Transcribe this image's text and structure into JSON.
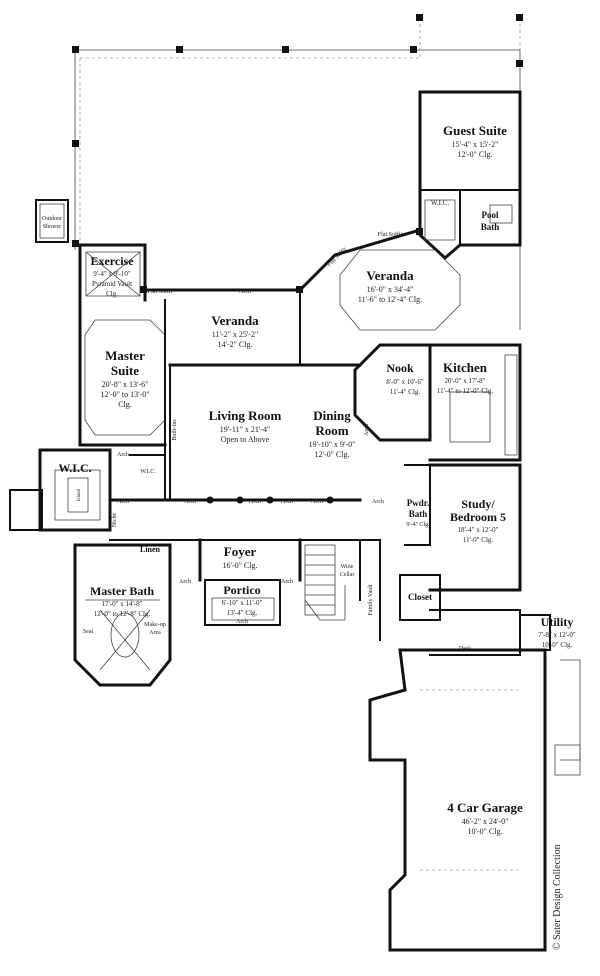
{
  "rooms": {
    "guest_suite": {
      "name": "Guest Suite",
      "dims": "15'-4\" x 15'-2\"",
      "clg": "12'-0\" Clg."
    },
    "guest_wic": {
      "name": "W.I.C."
    },
    "pool_bath": {
      "name1": "Pool",
      "name2": "Bath"
    },
    "outdoor_shower": {
      "name1": "Outdoor",
      "name2": "Shower"
    },
    "exercise": {
      "name": "Exercise",
      "dims": "9'-4\" x 9'-10\"",
      "clg1": "Pyramid Vault",
      "clg2": "Clg."
    },
    "veranda_left": {
      "name": "Veranda",
      "dims": "11'-2\" x 25'-2\"",
      "clg": "14'-2\" Clg."
    },
    "veranda_right": {
      "name": "Veranda",
      "dims": "16'-0\" x 34'-4\"",
      "clg": "11'-6\" to 12'-4\" Clg."
    },
    "master_suite": {
      "name1": "Master",
      "name2": "Suite",
      "dims": "20'-8\" x 13'-6\"",
      "clg1": "12'-0\" to 13'-0\"",
      "clg2": "Clg."
    },
    "living_room": {
      "name": "Living Room",
      "dims": "19'-11\" x 21'-4\"",
      "clg": "Open to Above"
    },
    "dining_room": {
      "name1": "Dining",
      "name2": "Room",
      "dims": "19'-10\" x 9'-0\"",
      "clg": "12'-0\" Clg."
    },
    "nook": {
      "name": "Nook",
      "dims": "8'-0\" x 10'-6\"",
      "clg": "11'-4\" Clg."
    },
    "kitchen": {
      "name": "Kitchen",
      "dims": "20'-0\" x 17'-8\"",
      "clg": "11'-4\" to 12'-0\" Clg."
    },
    "wic_master": {
      "name": "W.I.C."
    },
    "wic_small": {
      "name": "W.I.C."
    },
    "study": {
      "name1": "Study/",
      "name2": "Bedroom 5",
      "dims": "18'-4\" x 12'-0\"",
      "clg": "11'-0\" Clg."
    },
    "pwdr_bath": {
      "name1": "Pwdr.",
      "name2": "Bath",
      "clg": "9'-4\" Clg."
    },
    "linen": {
      "name": "Linen"
    },
    "foyer": {
      "name": "Foyer",
      "clg": "16'-0\" Clg."
    },
    "wine_cellar": {
      "name1": "Wine",
      "name2": "Cellar"
    },
    "family_vault": {
      "name": "Family Vault"
    },
    "closet": {
      "name": "Closet"
    },
    "master_bath": {
      "name": "Master Bath",
      "dims": "17'-0\" x 14'-8\"",
      "clg": "12'-0\" to 12'-8\" Clg."
    },
    "portico": {
      "name": "Portico",
      "dims": "6'-10\" x 11'-0\"",
      "clg": "13'-4\" Clg."
    },
    "utility": {
      "name": "Utility",
      "dims": "7'-8\" x 12'-0\"",
      "clg": "10'-0\" Clg."
    },
    "garage": {
      "name": "4 Car Garage",
      "dims": "46'-2\" x 24'-0\"",
      "clg": "10'-0\" Clg."
    }
  },
  "labels": {
    "flat_soffit": "Flat Soffit",
    "arch": "Arch",
    "built_ins": "Built-Ins",
    "niche": "Niche",
    "island": "Island",
    "seat": "Seat",
    "makeup1": "Make-up",
    "makeup2": "Area",
    "desk": "Desk"
  },
  "copyright": "© Sater Design Collection"
}
